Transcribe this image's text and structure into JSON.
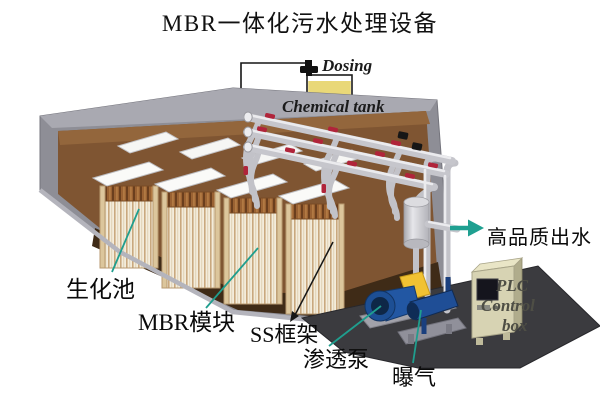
{
  "title": "MBR一体化污水处理设备",
  "chemical_dosing": {
    "dosing_label": "Dosing",
    "tank_label": "Chemical tank"
  },
  "equipment_labels": {
    "biochemical_tank": "生化池",
    "mbr_module": "MBR模块",
    "ss_frame": "SS框架",
    "permeate_pump": "渗透泵",
    "aeration": "曝气",
    "effluent": "高品质出水"
  },
  "plc_box": {
    "line1": "PLC",
    "line2": "Control",
    "line3": "box"
  },
  "colors": {
    "leader_teal": "#1f9e8e",
    "arrow_teal": "#1fa091",
    "valve_red": "#b0243a",
    "chemical_yellow": "#e9d878",
    "water_brown": "#7f5532",
    "water_dark": "#3f2b17",
    "tank_gray": "#8e8e96",
    "platform_dark": "#3b3b3f",
    "pump_blue": "#2257a3",
    "blower_blue": "#1f4e96",
    "motor_yellow": "#f1c233",
    "plc_beige": "#d7d3b3",
    "pipe_gray": "#c6c6cc"
  }
}
